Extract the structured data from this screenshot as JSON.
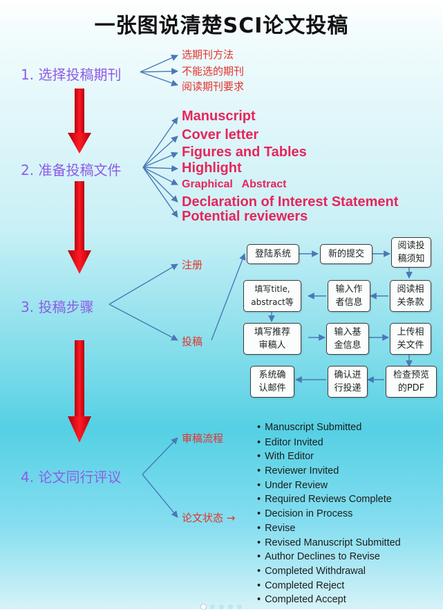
{
  "title": "一张图说清楚SCI论文投稿",
  "steps": [
    {
      "label": "1. 选择投稿期刊",
      "items": [
        "选期刊方法",
        "不能选的期刊",
        "阅读期刊要求"
      ]
    },
    {
      "label": "2. 准备投稿文件",
      "items": [
        "Manuscript",
        "Cover letter",
        "Figures and Tables",
        "Highlight",
        "Graphical   Abstract",
        "Declaration of Interest Statement",
        "Potential reviewers"
      ]
    },
    {
      "label": "3. 投稿步骤",
      "items": [
        "注册",
        "投稿"
      ]
    },
    {
      "label": "4. 论文同行评议",
      "items": [
        "审稿流程",
        "论文状态 →"
      ]
    }
  ],
  "process_boxes": [
    "登陆系统",
    "新的提交",
    "阅读投\n稿须知",
    "填写title,\nabstract等",
    "输入作\n者信息",
    "阅读相\n关条款",
    "填写推荐\n审稿人",
    "输入基\n金信息",
    "上传相\n关文件",
    "系统确\n认邮件",
    "确认进\n行投递",
    "检查预览\n的PDF"
  ],
  "statuses": [
    "Manuscript Submitted",
    "Editor Invited",
    "With Editor",
    "Reviewer Invited",
    "Under Review",
    "Required Reviews Complete",
    "Decision in Process",
    "Revise",
    "Revised Manuscript Submitted",
    "Author Declines to Revise",
    "Completed Withdrawal",
    "Completed Reject",
    "Completed Accept"
  ],
  "bullet": "•",
  "colors": {
    "step": "#8e5ce6",
    "item": "#e4322c",
    "big_item": "#e8255a",
    "arrow_red": "#e0101b",
    "connector": "#4a78b5"
  },
  "pager": {
    "count": 5,
    "active": 1
  }
}
